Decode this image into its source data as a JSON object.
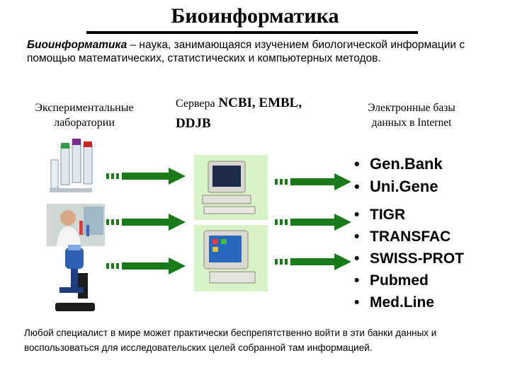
{
  "slide": {
    "title": "Биоинформатика",
    "intro_term": "Биоинформатика",
    "intro_rest": " – наука, занимающаяся изучением биологической информации с помощью математических, статистических и компьютерных методов.",
    "footer": "Любой специалист в мире может практически беспрепятственно войти в эти банки данных и воспользоваться для исследовательских целей собранной там информацией."
  },
  "columns": {
    "labs": "Экспериментальные лаборатории",
    "servers_prefix": "Сервера",
    "servers_names": " NCBI, EMBL, DDJB",
    "databases": "Электронные базы данных в Internet"
  },
  "database_list": {
    "bullet": "•",
    "items": [
      "Gen.Bank",
      "Uni.Gene",
      "TIGR",
      "TRANSFAC",
      "SWISS-PROT",
      "Pubmed",
      "Med.Line"
    ]
  },
  "colors": {
    "arrow_green": "#1a7a1a",
    "panel_green": "#d9f2c8"
  },
  "icons": [
    "test-tubes-icon",
    "scientist-photo-icon",
    "microscope-icon",
    "computer-icon",
    "computer-icon"
  ]
}
